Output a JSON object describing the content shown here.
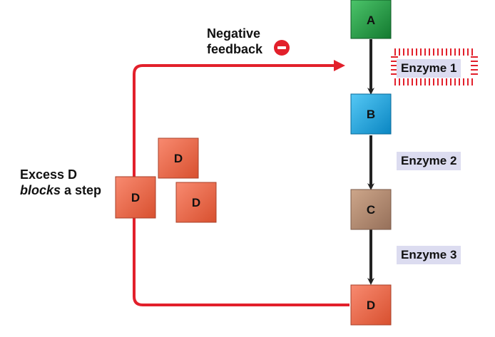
{
  "feedback": {
    "line1": "Negative",
    "line2": "feedback",
    "minus_icon": "minus-circle-icon",
    "color": "#e2202b"
  },
  "excess": {
    "line1": "Excess D",
    "line2_em": "blocks",
    "line2_rest": " a step"
  },
  "pathway": [
    {
      "id": "A",
      "color": "#1e9a3f"
    },
    {
      "id": "B",
      "color": "#12a8e6"
    },
    {
      "id": "C",
      "color": "#b58a6c"
    },
    {
      "id": "D",
      "color": "#f06a4e"
    }
  ],
  "enzymes": [
    {
      "label": "Enzyme 1",
      "state": "inhibited"
    },
    {
      "label": "Enzyme 2",
      "state": "active"
    },
    {
      "label": "Enzyme 3",
      "state": "active"
    }
  ],
  "excess_d_boxes": [
    "D",
    "D",
    "D"
  ]
}
